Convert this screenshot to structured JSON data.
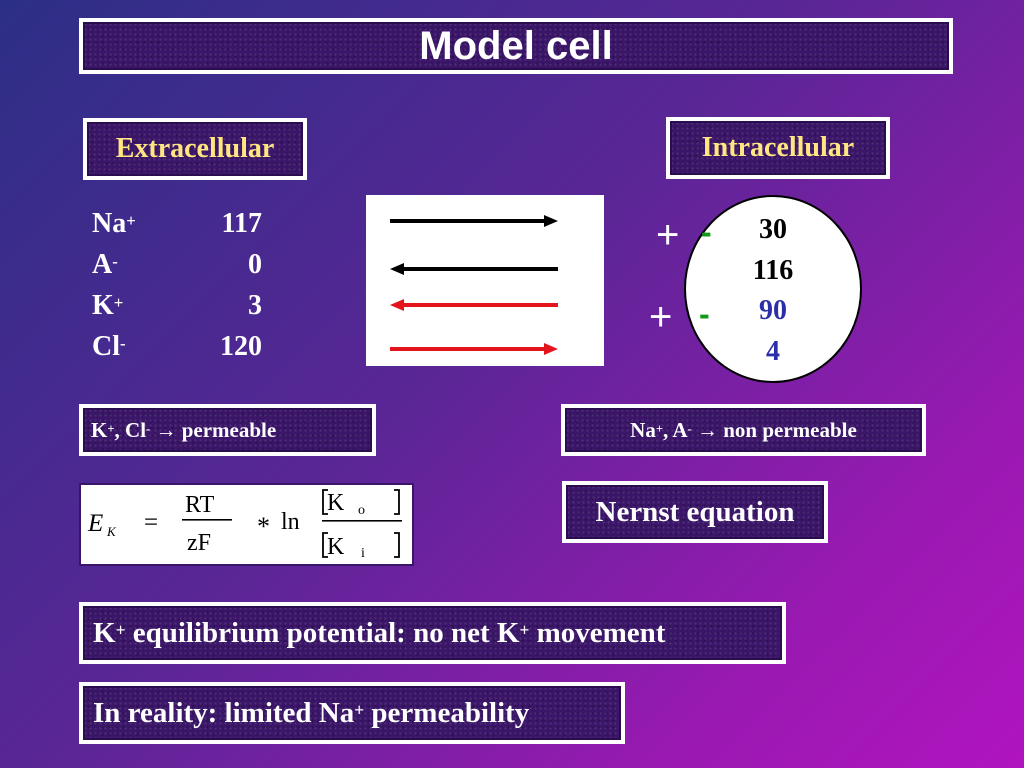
{
  "title": "Model cell",
  "extracellular_label": "Extracellular",
  "intracellular_label": "Intracellular",
  "extracellular_ions": [
    {
      "name": "Na",
      "charge": "+",
      "value": "117"
    },
    {
      "name": "A",
      "charge": "-",
      "value": "0"
    },
    {
      "name": "K",
      "charge": "+",
      "value": "3"
    },
    {
      "name": "Cl",
      "charge": "-",
      "value": "120"
    }
  ],
  "intracellular_values": [
    {
      "value": "30",
      "color": "#000000"
    },
    {
      "value": "116",
      "color": "#000000"
    },
    {
      "value": "90",
      "color": "#2b2fa8"
    },
    {
      "value": "4",
      "color": "#2b2fa8"
    }
  ],
  "charge_signs": {
    "plus": "+",
    "minus": "-"
  },
  "arrows": [
    {
      "direction": "right",
      "color": "#000000"
    },
    {
      "direction": "left",
      "color": "#000000"
    },
    {
      "direction": "left",
      "color": "#e3141b"
    },
    {
      "direction": "right",
      "color": "#e3141b"
    }
  ],
  "permeable": {
    "ions": [
      {
        "name": "K",
        "charge": "+"
      },
      {
        "name": "Cl",
        "charge": "-"
      }
    ],
    "arrow": "→",
    "text": "permeable"
  },
  "non_permeable": {
    "ions": [
      {
        "name": "Na",
        "charge": "+"
      },
      {
        "name": "A",
        "charge": "-"
      }
    ],
    "arrow": "→",
    "text": "non permeable"
  },
  "formula": {
    "lhs": "E",
    "lhs_sub": "K",
    "equals": "=",
    "numerator": "RT",
    "denominator": "zF",
    "operator": "*",
    "ln": "ln",
    "top_k": "K",
    "top_sub": "o",
    "bottom_k": "K",
    "bottom_sub": "i"
  },
  "nernst_label": "Nernst equation",
  "k_equilibrium": {
    "part1": "K",
    "sup1": "+",
    "part2": " equilibrium potential: no net K",
    "sup2": "+",
    "part3": " movement"
  },
  "reality": {
    "part1": "In reality: limited Na",
    "sup1": "+",
    "part2": " permeability"
  }
}
